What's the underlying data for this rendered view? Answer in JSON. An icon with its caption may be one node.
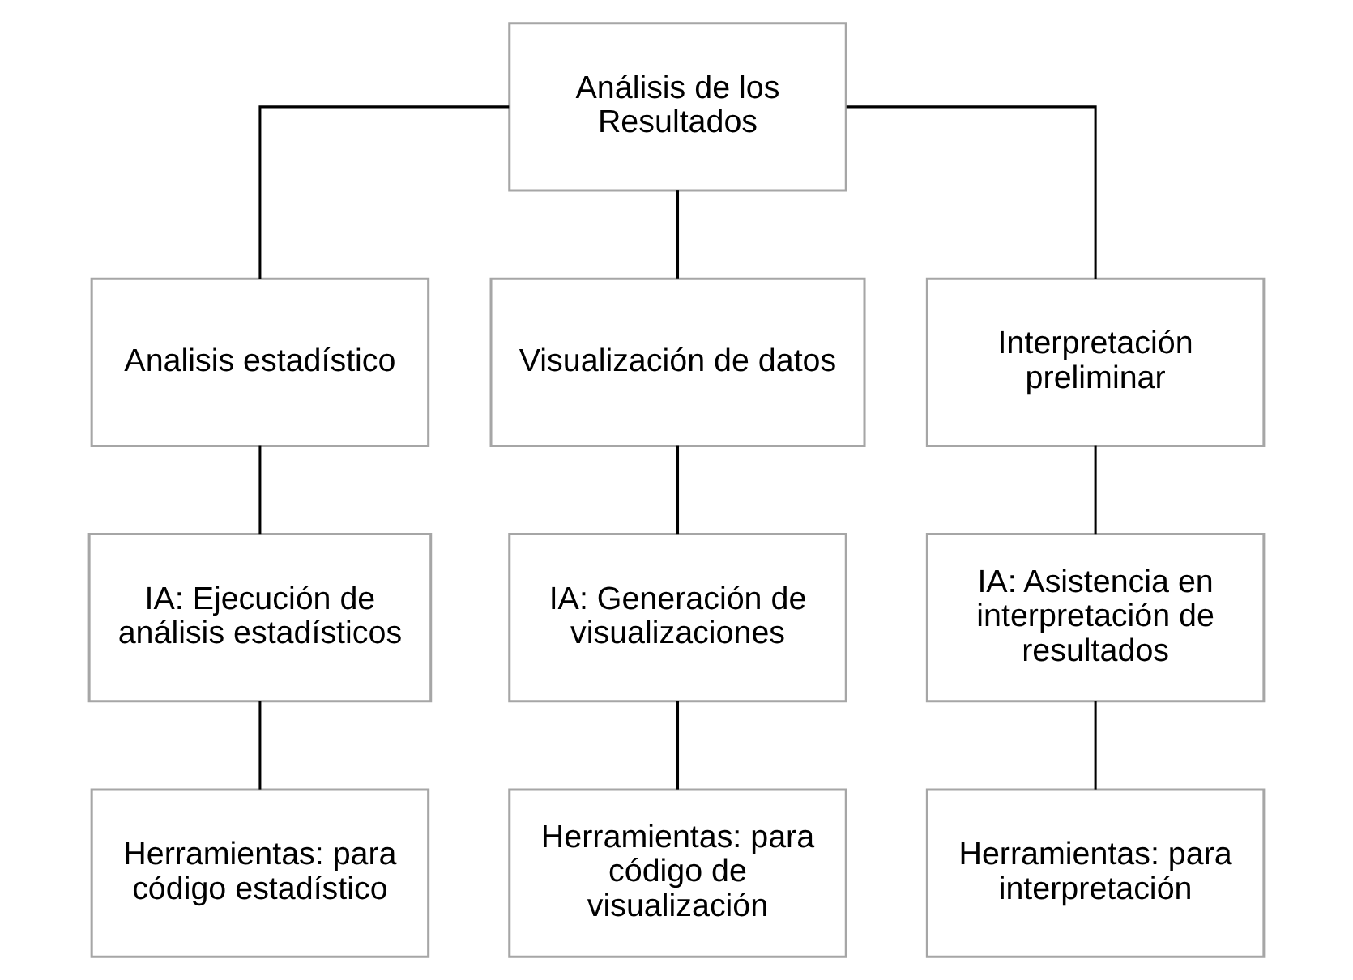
{
  "diagram": {
    "nodes": [
      {
        "text": [
          "Análisis de los Resultados"
        ]
      },
      {
        "text": [
          "Analisis estadístico"
        ]
      },
      {
        "text": [
          "Visualización de datos"
        ]
      },
      {
        "text": [
          "Interpretación preliminar"
        ]
      },
      {
        "text": [
          "IA: Ejecución de análisis estadísticos"
        ]
      },
      {
        "text": [
          "IA: Generación de visualizaciones"
        ]
      },
      {
        "text": [
          "IA: Asistencia en interpretación de resultados"
        ]
      },
      {
        "text": [
          "Herramientas: para código estadístico"
        ]
      },
      {
        "text": [
          "Herramientas: para código de visualización"
        ]
      },
      {
        "text": [
          "Herramientas: para interpretación"
        ]
      }
    ],
    "edges": [
      {
        "from": 0,
        "to": 1,
        "arrow": "none"
      },
      {
        "from": 0,
        "to": 2,
        "arrow": "none"
      },
      {
        "from": 0,
        "to": 3,
        "arrow": "none"
      },
      {
        "from": 1,
        "to": 4,
        "arrow": "none"
      },
      {
        "from": 2,
        "to": 5,
        "arrow": "none"
      },
      {
        "from": 3,
        "to": 6,
        "arrow": "none"
      },
      {
        "from": 4,
        "to": 7,
        "arrow": "none"
      },
      {
        "from": 5,
        "to": 8,
        "arrow": "none"
      },
      {
        "from": 6,
        "to": 9,
        "arrow": "none"
      }
    ]
  }
}
